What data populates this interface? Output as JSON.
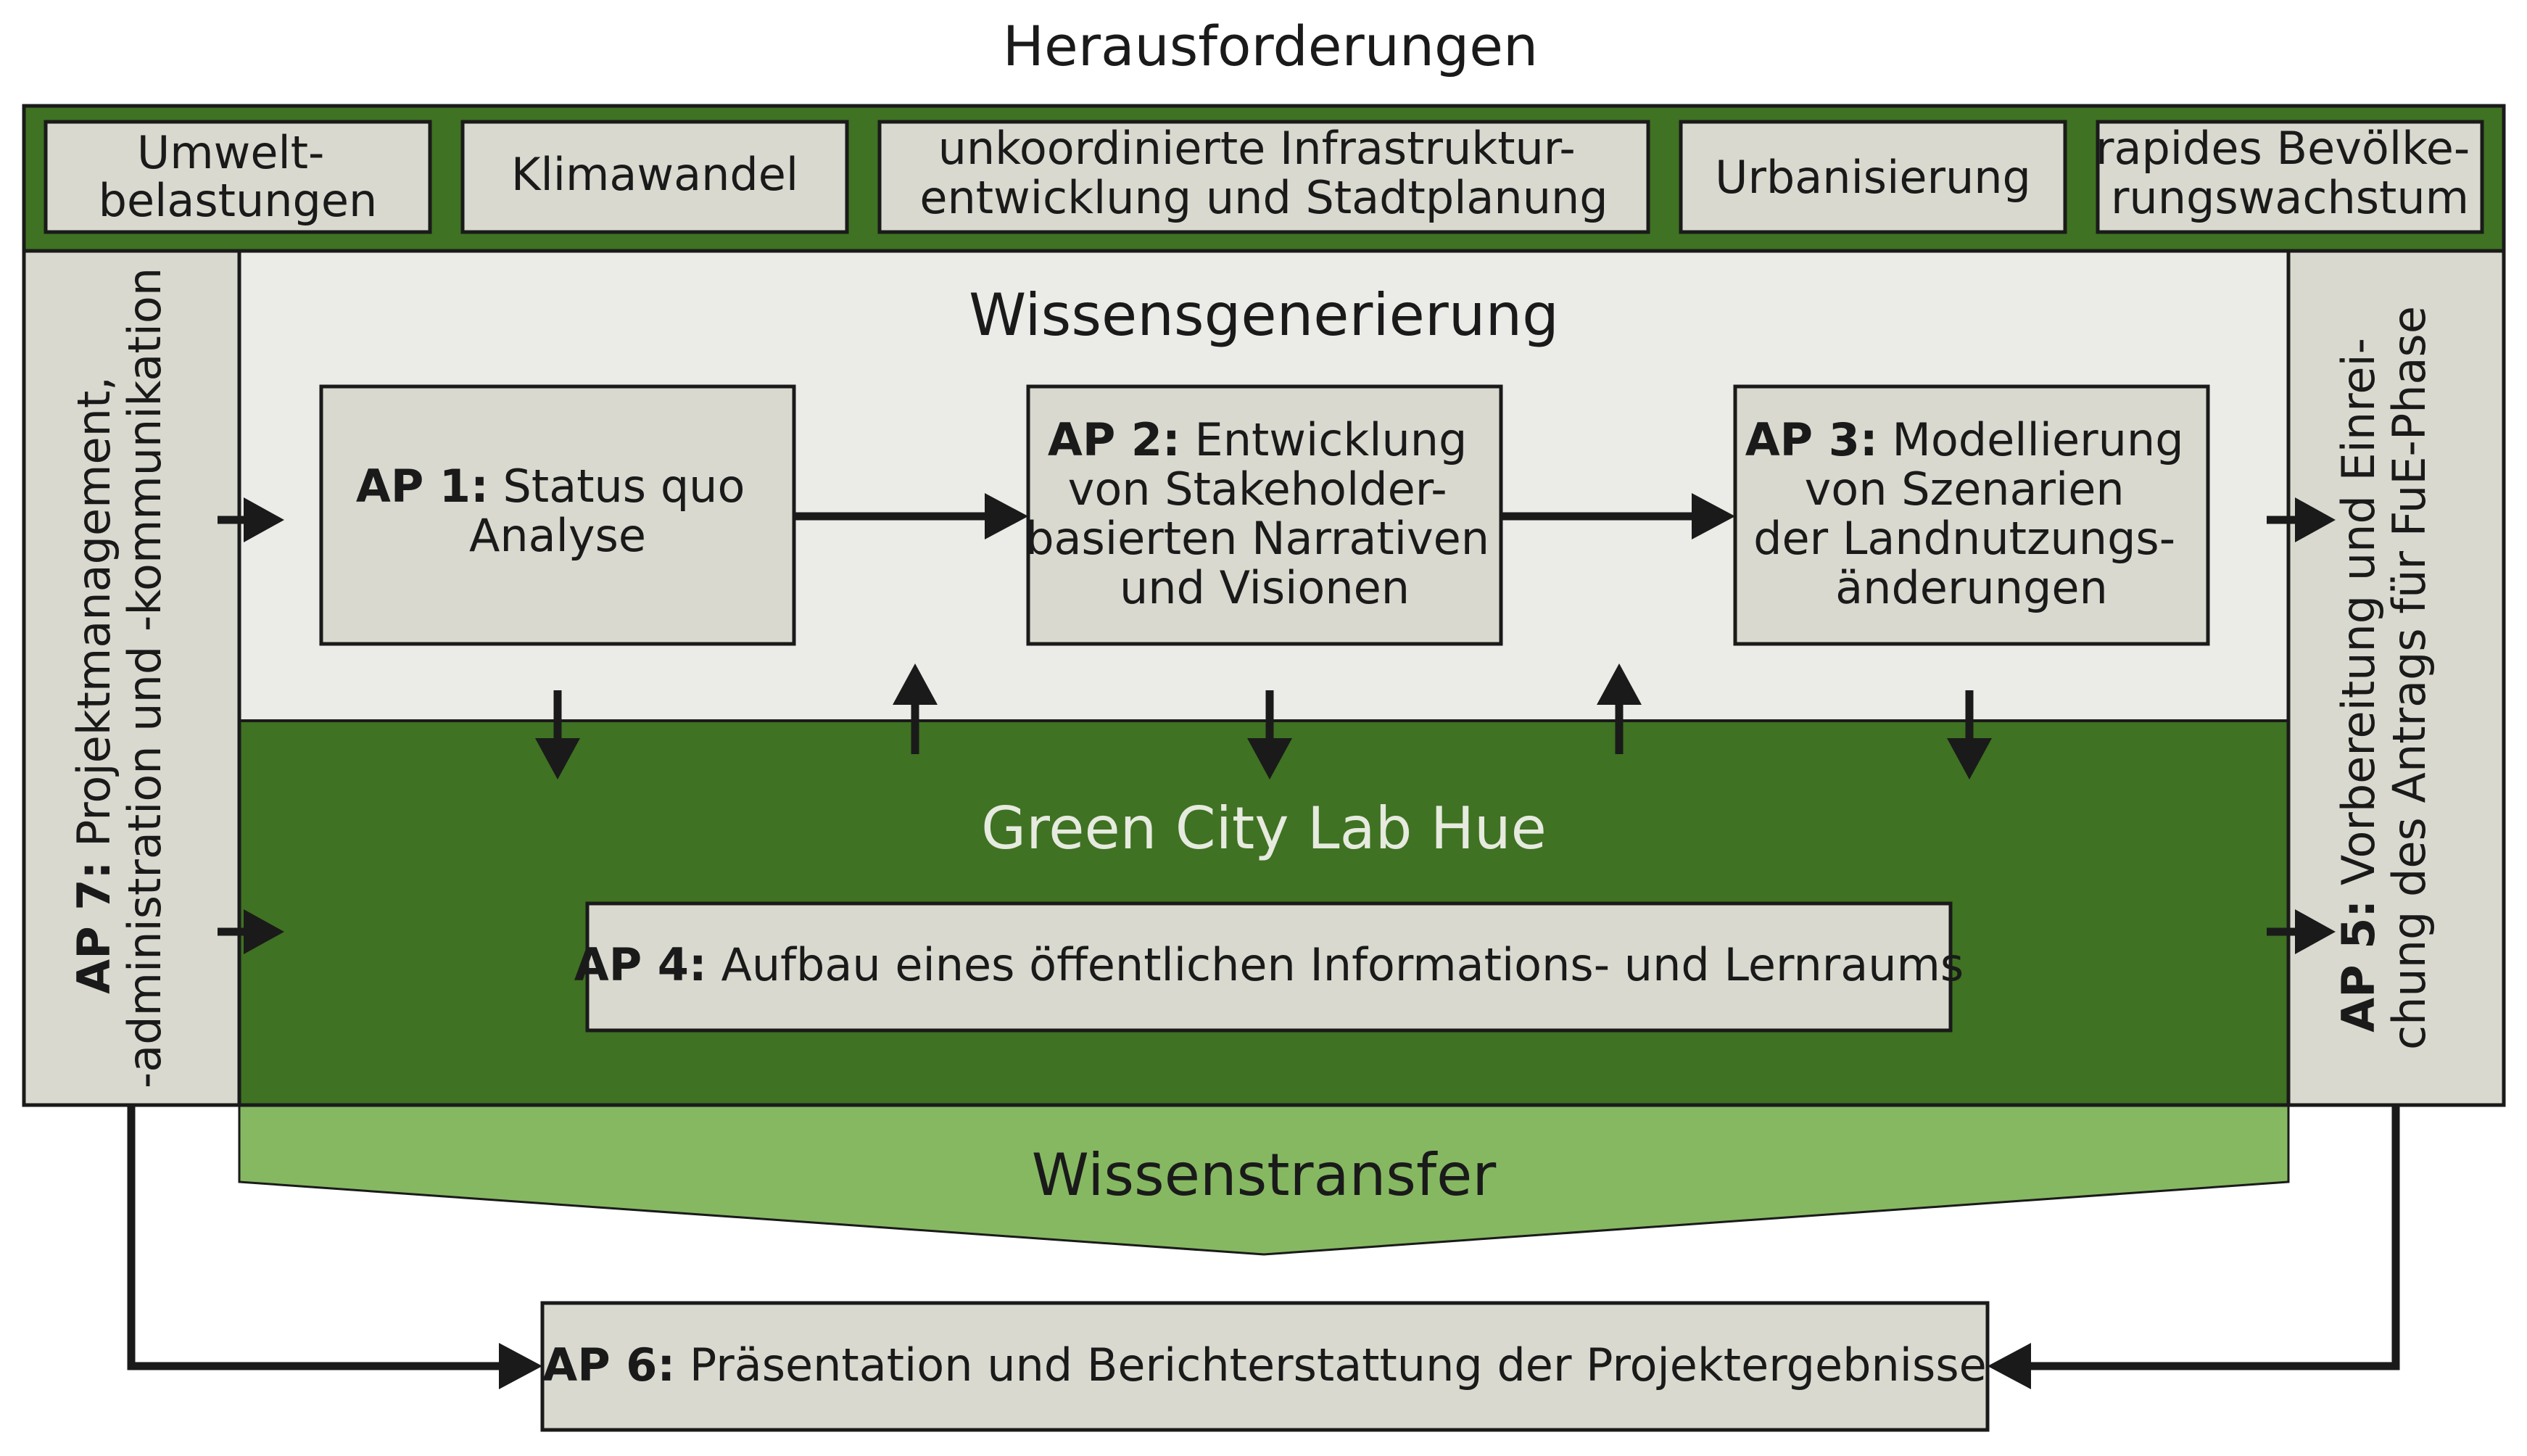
{
  "title": "Herausforderungen",
  "challenges": [
    {
      "lines": [
        "Umwelt-",
        "belastungen"
      ]
    },
    {
      "lines": [
        "Klimawandel"
      ]
    },
    {
      "lines": [
        "unkoordinierte Infrastruktur-",
        "entwicklung und Stadtplanung"
      ]
    },
    {
      "lines": [
        "Urbanisierung"
      ]
    },
    {
      "lines": [
        "rapides Bevölke-",
        "rungswachstum"
      ]
    }
  ],
  "zones": {
    "knowledge_generation": "Wissensgenerierung",
    "lab": "Green City Lab Hue",
    "knowledge_transfer": "Wissenstransfer"
  },
  "work_packages": {
    "ap1": {
      "bold": "AP 1:",
      "lines": [
        "Status quo",
        "Analyse"
      ]
    },
    "ap2": {
      "bold": "AP 2:",
      "lines": [
        "Entwicklung",
        "von Stakeholder-",
        "basierten Narrativen",
        "und Visionen"
      ]
    },
    "ap3": {
      "bold": "AP 3:",
      "lines": [
        "Modellierung",
        "von Szenarien",
        "der Landnutzungs-",
        "änderungen"
      ]
    },
    "ap4": {
      "bold": "AP 4:",
      "text": "Aufbau eines öffentlichen Informations- und Lernraums"
    },
    "ap5": {
      "bold": "AP 5:",
      "lines": [
        "Vorbereitung und Einrei-",
        "chung des Antrags für FuE-Phase"
      ]
    },
    "ap6": {
      "bold": "AP 6:",
      "text": "Präsentation und Berichterstattung der Projektergebnisse"
    },
    "ap7": {
      "bold": "AP 7:",
      "lines": [
        "Projektmanagement,",
        "-administration und -kommunikation"
      ]
    }
  },
  "colors": {
    "dark_green": "#3f7222",
    "light_green": "#86b862",
    "pale_gray": "#ebebe7",
    "box_gray": "#d9d9cf",
    "line": "#1a1a1a"
  }
}
